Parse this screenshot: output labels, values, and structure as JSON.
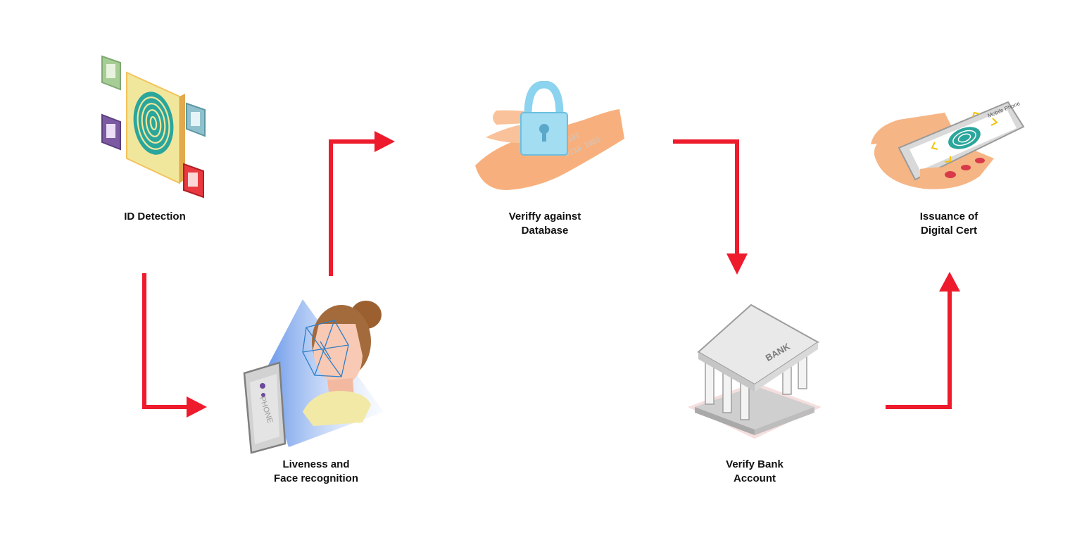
{
  "flow_color": "#ee1b2d",
  "steps": [
    {
      "icon": "fingerprint-id-icon",
      "line1": "ID Detection",
      "line2": ""
    },
    {
      "icon": "face-recognition-icon",
      "line1": "Liveness and",
      "line2": "Face recognition"
    },
    {
      "icon": "secure-database-hand-icon",
      "line1": "Veriffy against",
      "line2": "Database"
    },
    {
      "icon": "bank-icon",
      "line1": "Verify Bank",
      "line2": "Account"
    },
    {
      "icon": "mobile-phone-certificate-icon",
      "line1": "Issuance of",
      "line2": "Digital Cert"
    }
  ],
  "bank_sign": "BANK",
  "phone_caption": "PHONE",
  "mobile_caption": "Mobile Phone"
}
